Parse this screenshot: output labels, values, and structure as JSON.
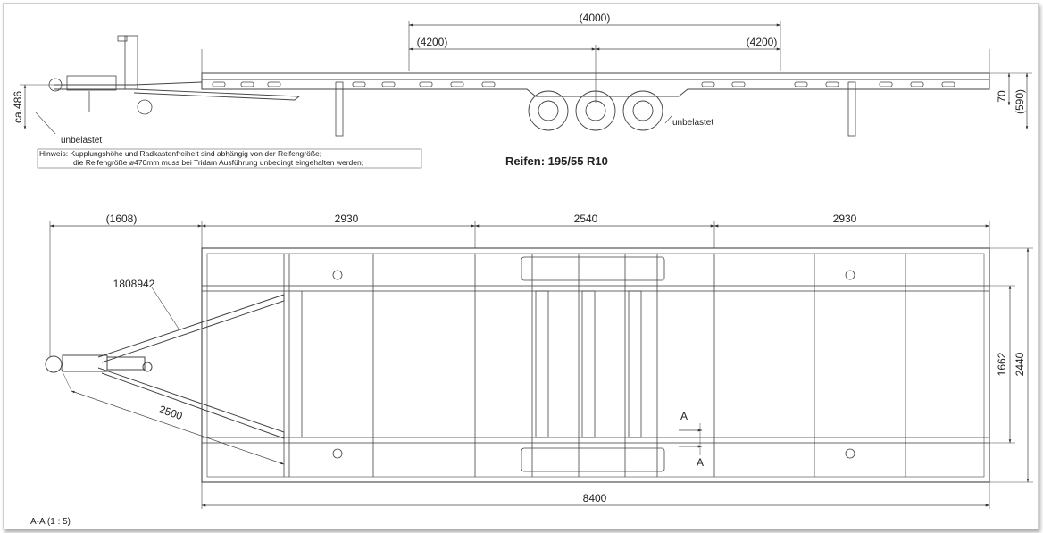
{
  "side_view": {
    "dim_total_top": "(4000)",
    "dim_left": "(4200)",
    "dim_right": "(4200)",
    "dim_height_left": "ca.486",
    "dim_height_70": "70",
    "dim_height_590": "(590)",
    "label_unloaded_left": "unbelastet",
    "label_unloaded_right": "unbelastet",
    "note_line1": "Hinweis: Kupplungshöhe und Radkastenfreiheit sind abhängig von der Reifengröße;",
    "note_line2": "die Reifengröße ø470mm muss bei Tridam Ausführung unbedingt eingehalten werden;",
    "tire_spec": "Reifen: 195/55 R10"
  },
  "top_view": {
    "dim_drawbar": "(1608)",
    "dim_section1": "2930",
    "dim_section2": "2540",
    "dim_section3": "2930",
    "dim_total_length": "8400",
    "dim_width_inner": "1662",
    "dim_width_outer": "2440",
    "dim_drawbar_length": "2500",
    "part_number": "1808942",
    "section_marker": "A"
  },
  "footer": {
    "section_scale": "A-A  (1 : 5)"
  }
}
